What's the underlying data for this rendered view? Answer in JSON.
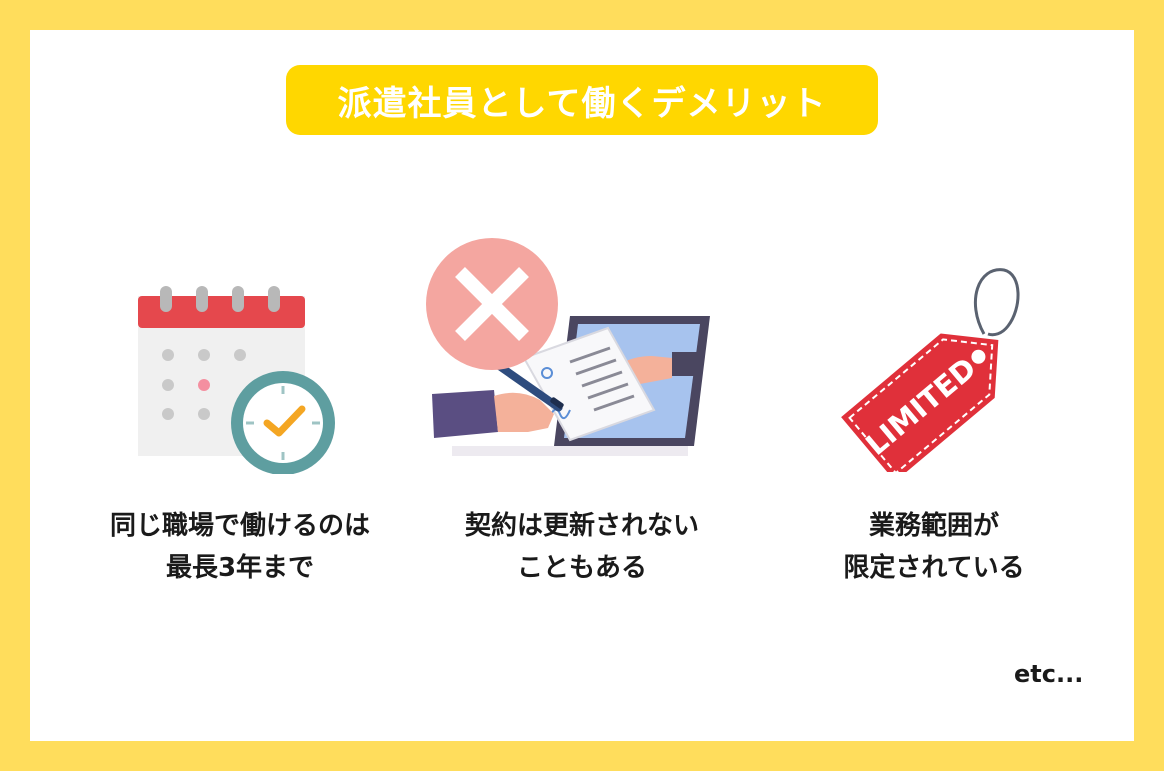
{
  "title": "派遣社員として働くデメリット",
  "items": [
    {
      "icon": "calendar-clock-icon",
      "lines": [
        "同じ職場で働けるのは",
        "最長3年まで"
      ]
    },
    {
      "icon": "contract-rejected-icon",
      "lines": [
        "契約は更新されない",
        "こともある"
      ]
    },
    {
      "icon": "limited-tag-icon",
      "lines": [
        "業務範囲が",
        "限定されている"
      ],
      "tag_text": "LIMITED"
    }
  ],
  "footer_note": "etc...",
  "colors": {
    "frame": "#FFDD5C",
    "title_bg": "#FFD700",
    "title_text": "#FFFFFF",
    "calendar_red": "#E5484D",
    "clock_teal": "#5E9EA0",
    "check_orange": "#F4A623",
    "cross_circle": "#F4A6A0",
    "tag_red": "#E0303A"
  }
}
